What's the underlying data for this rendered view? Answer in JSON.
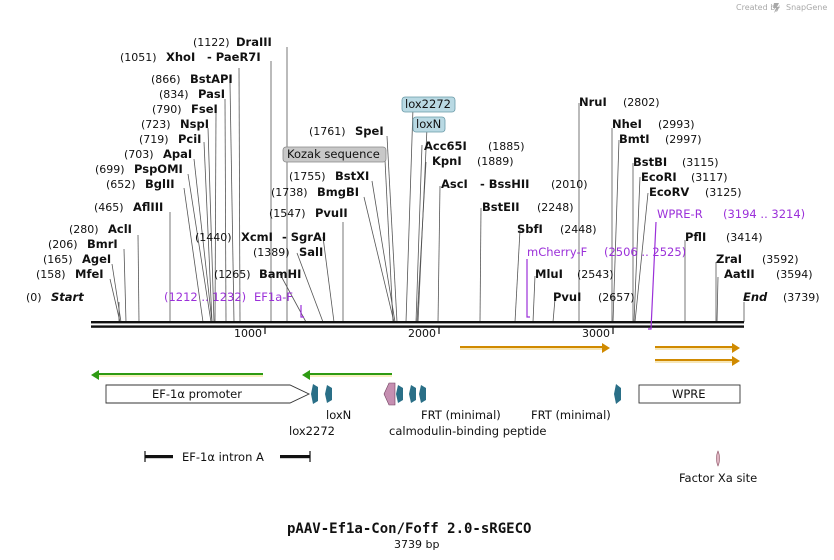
{
  "credit": {
    "prefix": "Created by",
    "brand": "SnapGene"
  },
  "title": "pAAV-Ef1a-Con/Foff 2.0-sRGECO",
  "length_label": "3739 bp",
  "ruler_ticks": [
    "1000",
    "2000",
    "3000"
  ],
  "ends": {
    "start": "Start",
    "start_pos": "(0)",
    "end": "End",
    "end_pos": "(3739)"
  },
  "enzymes": [
    {
      "name": "DraIII",
      "pos": "(1122)"
    },
    {
      "name": "XhoI",
      "pos": "(1051)",
      "extra": "- PaeR7I"
    },
    {
      "name": "BstAPI",
      "pos": "(866)"
    },
    {
      "name": "PasI",
      "pos": "(834)"
    },
    {
      "name": "FseI",
      "pos": "(790)"
    },
    {
      "name": "NspI",
      "pos": "(723)"
    },
    {
      "name": "PciI",
      "pos": "(719)"
    },
    {
      "name": "ApaI",
      "pos": "(703)"
    },
    {
      "name": "PspOMI",
      "pos": "(699)"
    },
    {
      "name": "BglII",
      "pos": "(652)"
    },
    {
      "name": "AflIII",
      "pos": "(465)"
    },
    {
      "name": "AclI",
      "pos": "(280)"
    },
    {
      "name": "BmrI",
      "pos": "(206)"
    },
    {
      "name": "AgeI",
      "pos": "(165)"
    },
    {
      "name": "MfeI",
      "pos": "(158)"
    },
    {
      "name": "SpeI",
      "pos": "(1761)"
    },
    {
      "name": "BmgBI",
      "pos": "(1738)"
    },
    {
      "name": "BstXI",
      "pos": "(1755)"
    },
    {
      "name": "PvuII",
      "pos": "(1547)"
    },
    {
      "name": "XcmI",
      "pos": "(1440)",
      "extra": "- SgrAI"
    },
    {
      "name": "SalI",
      "pos": "(1389)"
    },
    {
      "name": "BamHI",
      "pos": "(1265)"
    },
    {
      "name": "Acc65I",
      "pos": "(1885)"
    },
    {
      "name": "KpnI",
      "pos": "(1889)"
    },
    {
      "name": "AscI",
      "pos": "(2010)",
      "extra": "- BssHII"
    },
    {
      "name": "BstEII",
      "pos": "(2248)"
    },
    {
      "name": "SbfI",
      "pos": "(2448)"
    },
    {
      "name": "MluI",
      "pos": "(2543)"
    },
    {
      "name": "PvuI",
      "pos": "(2657)"
    },
    {
      "name": "NruI",
      "pos": "(2802)"
    },
    {
      "name": "NheI",
      "pos": "(2993)"
    },
    {
      "name": "BmtI",
      "pos": "(2997)"
    },
    {
      "name": "BstBI",
      "pos": "(3115)"
    },
    {
      "name": "EcoRI",
      "pos": "(3117)"
    },
    {
      "name": "EcoRV",
      "pos": "(3125)"
    },
    {
      "name": "PflI",
      "pos": "(3414)"
    },
    {
      "name": "ZraI",
      "pos": "(3592)"
    },
    {
      "name": "AatII",
      "pos": "(3594)"
    }
  ],
  "primers": [
    {
      "name": "EF1a-F",
      "range": "(1212 .. 1232)"
    },
    {
      "name": "mCherry-F",
      "range": "(2506 .. 2525)"
    },
    {
      "name": "WPRE-R",
      "range": "(3194 .. 3214)"
    }
  ],
  "callouts": {
    "kozak": "Kozak sequence",
    "lox2272": "lox2272",
    "loxN": "loxN"
  },
  "features": {
    "ef1a_promoter": "EF-1α promoter",
    "wpre": "WPRE",
    "loxN": "loxN",
    "lox2272": "lox2272",
    "frt1": "FRT (minimal)",
    "frt2": "FRT (minimal)",
    "calmodulin": "calmodulin-binding peptide",
    "intron": "EF-1α intron A",
    "factor_xa": "Factor Xa site"
  },
  "colors": {
    "promoter_arrow": "#2e9b13",
    "orf_arrow": "#d08a00",
    "lox": "#2a6f87",
    "calm": "#c58fb1",
    "primer": "#9b30d9",
    "callout_fill": "#b9d9e3"
  }
}
